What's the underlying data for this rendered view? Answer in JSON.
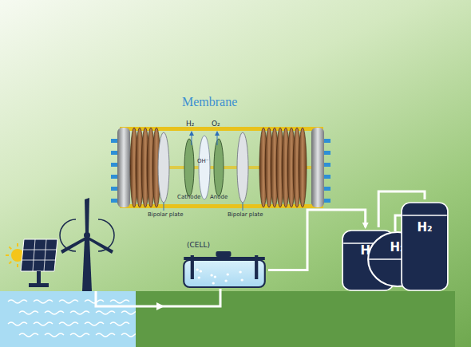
{
  "diagram": {
    "nodes": [
      {
        "text": [
          "(CELL)"
        ]
      },
      {
        "text": [
          "H₂"
        ]
      },
      {
        "text": [
          "H₂"
        ]
      },
      {
        "text": [
          "H₂"
        ]
      }
    ],
    "edges": [
      {
        "from": 0,
        "to": 1,
        "arrow": "to"
      },
      {
        "from": 1,
        "to": 3,
        "arrow": "none"
      }
    ],
    "labels": [
      "Membrane",
      "H₂",
      "O₂",
      "OH⁻",
      "Cathode",
      "Anode",
      "Bipolar plate",
      "Bipolar plate"
    ]
  }
}
